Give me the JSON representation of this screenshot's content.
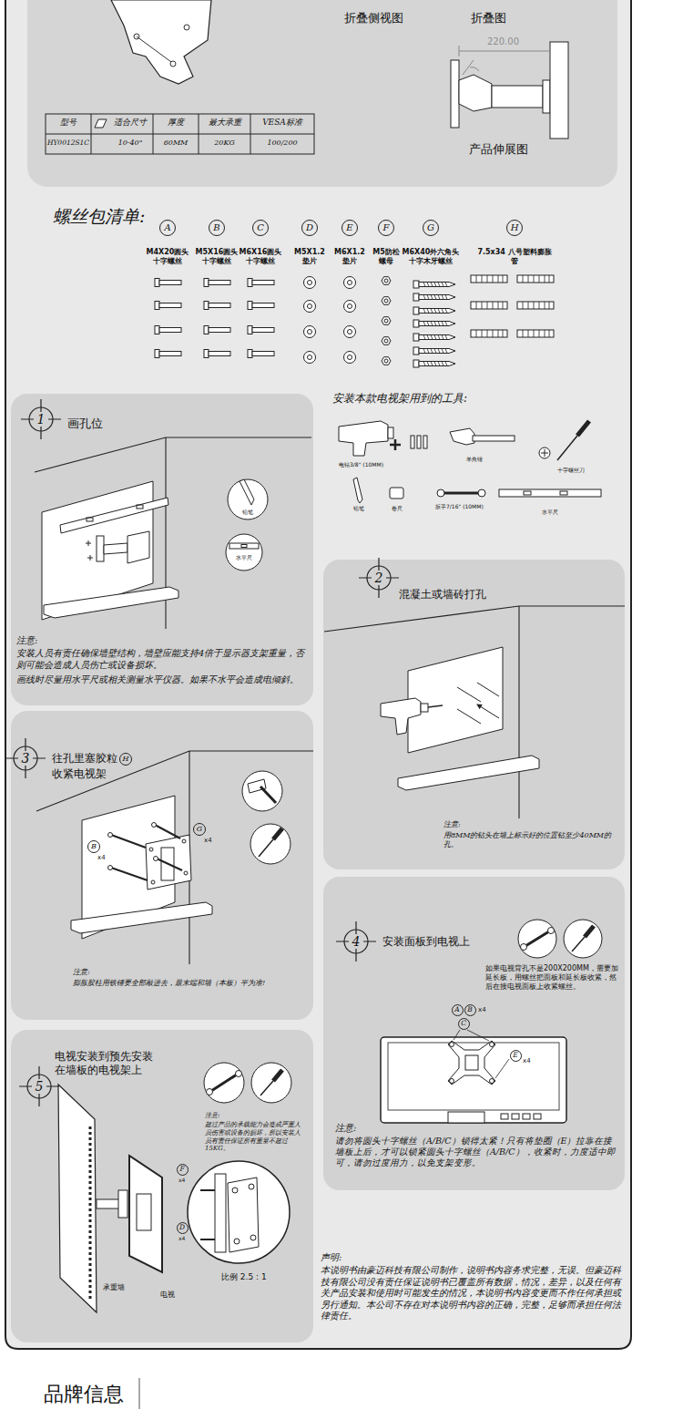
{
  "diagram": {
    "nodes": [
      {
        "text": [
          "折叠侧视图",
          "折叠图",
          "产品伸展图"
        ]
      },
      {
        "text": [
          "A"
        ]
      },
      {
        "text": [
          "B"
        ]
      },
      {
        "text": [
          "C"
        ]
      },
      {
        "text": [
          "D"
        ]
      },
      {
        "text": [
          "E"
        ]
      },
      {
        "text": [
          "F"
        ]
      },
      {
        "text": [
          "G"
        ]
      },
      {
        "text": [
          "H"
        ]
      },
      {
        "text": [
          "画孔位",
          "注意:",
          "安装人员有责任确保墙壁结构，墙壁应能支持4倍于显示器支架重量，否则可能会造成人员伤亡或设备损坏。",
          "画线时尽量用水平尺或相关测量水平仪器。如果不水平会造成电倾斜。"
        ]
      },
      {
        "text": [
          "1"
        ],
        "in": 9
      },
      {
        "text": [
          "混凝土或墙砖打孔",
          "注意:",
          "用8MM的钻头在墙上标示好的位置钻至少40MM的孔。"
        ]
      },
      {
        "text": [
          "2"
        ],
        "in": 11
      },
      {
        "text": [
          "往孔里塞胶粒",
          "收紧电视架",
          "注意:",
          "膨胀胶柱用铁锤要全部敲进去，最末端和墙（本板）平为准!"
        ]
      },
      {
        "text": [
          "3"
        ],
        "in": 13
      },
      {
        "text": [
          "H"
        ],
        "in": 13
      },
      {
        "text": [
          "B"
        ],
        "in": 13
      },
      {
        "text": [
          "G"
        ],
        "in": 13
      },
      {
        "text": [
          "安装面板到电视上",
          "如果电视背孔不是200X200MM，需要加延长板，用螺丝把面板和延长板收紧，然后在接电视面板上收紧螺丝。",
          "注意:",
          "请勿将圆头十字螺丝（A/B/C）锁得太紧！只有将垫圈（E）拉靠在接墙板上后，才可以锁紧圆头十字螺丝（A/B/C），收紧时，力度适中即可，请勿过度用力，以免支架变形。"
        ]
      },
      {
        "text": [
          "4"
        ],
        "in": 18
      },
      {
        "text": [
          "A"
        ],
        "in": 18
      },
      {
        "text": [
          "B"
        ],
        "in": 18
      },
      {
        "text": [
          "C"
        ],
        "in": 18
      },
      {
        "text": [
          "E"
        ],
        "in": 18
      },
      {
        "text": [
          "电视安装到预先安装在墙板的电视架上",
          "注意:",
          "超过产品的承载能力会造成严重人员伤害或设备的损坏，所以安装人员有责任保证所有重量不超过15KG。"
        ]
      },
      {
        "text": [
          "5"
        ],
        "in": 24
      },
      {
        "text": [
          "F"
        ],
        "in": 24
      },
      {
        "text": [
          "D"
        ],
        "in": 24
      }
    ],
    "labels": [
      "型号",
      "适合尺寸",
      "厚度",
      "最大承重",
      "VESA标准",
      "HY0012S1C",
      "10-40\"",
      "60MM",
      "20KG",
      "100/200",
      "220.00",
      "螺丝包清单:",
      "M4X20圆头 十字螺丝",
      "M5X16圆头 十字螺丝",
      "M6X16圆头 十字螺丝",
      "M5X1.2 垫片",
      "M6X1.2 垫片",
      "M5防松 螺母",
      "M6X40外六角头 十字木牙螺丝",
      "7.5x34 八号塑料膨胀管",
      "安装本款电视架用到的工具:",
      "电钻3/8\" (10MM)",
      "羊角锤",
      "十字螺丝刀",
      "铅笔",
      "卷尺",
      "扳手7/16\" (10MM)",
      "水平尺",
      "铅笔",
      "水平尺",
      "x4",
      "x4",
      "x4",
      "x4",
      "x4",
      "x4",
      "承重墙",
      "电视",
      "比例 2.5 : 1",
      "声明:",
      "本说明书由豪迈科技有限公司制作，说明书内容务求完整，无误。但豪迈科技有限公司没有责任保证说明书已覆盖所有数据，情况，差异，以及任何有关产品安装和使用时可能发生的情况，本说明书内容变更而不作任何承担或另行通知。本公司不存在对本说明书内容的正确，完整，足够而承担任何法律责任。",
      "品牌信息"
    ]
  }
}
